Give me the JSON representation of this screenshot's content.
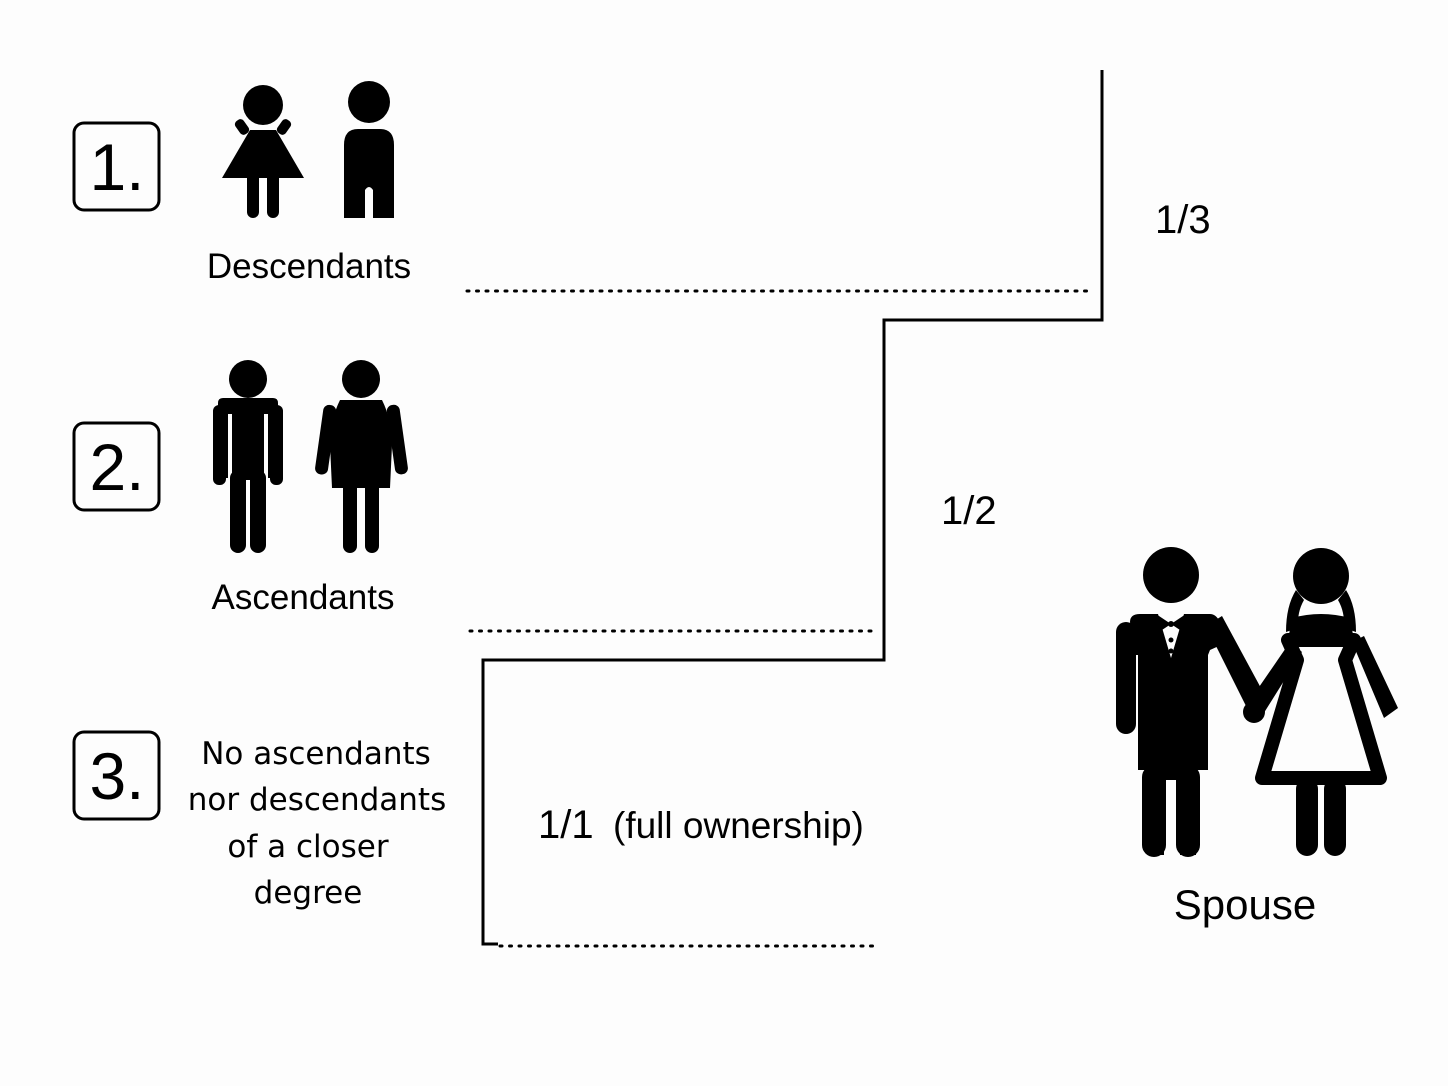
{
  "rows": [
    {
      "number": "1.",
      "label": "Descendants",
      "share": "1/3"
    },
    {
      "number": "2.",
      "label": "Ascendants",
      "share": "1/2"
    },
    {
      "number": "3.",
      "label_lines": [
        "No ascendants",
        "nor descendants",
        "of a closer",
        "degree"
      ],
      "share": "1/1",
      "share_note": "(full ownership)"
    }
  ],
  "spouse": {
    "label": "Spouse"
  },
  "icons": {
    "row1": [
      "girl-icon",
      "boy-icon"
    ],
    "row2": [
      "man-icon",
      "woman-icon"
    ],
    "spouse": "bride-and-groom-icon"
  },
  "colors": {
    "ink": "#000000",
    "background": "#fdfdfd"
  }
}
